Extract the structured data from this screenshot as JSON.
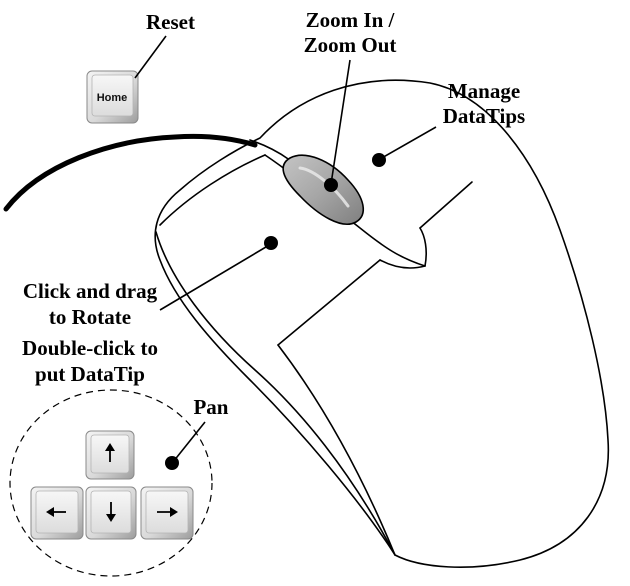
{
  "labels": {
    "reset": "Reset",
    "zoom_line1": "Zoom In /",
    "zoom_line2": "Zoom Out",
    "manage_line1": "Manage",
    "manage_line2": "DataTips",
    "rotate_line1": "Click and drag",
    "rotate_line2": "to Rotate",
    "rotate_line3": "Double-click to",
    "rotate_line4": "put DataTip",
    "pan": "Pan"
  },
  "keys": {
    "home": "Home",
    "up_icon": "arrow-up-icon",
    "down_icon": "arrow-down-icon",
    "left_icon": "arrow-left-icon",
    "right_icon": "arrow-right-icon"
  },
  "colors": {
    "key_face": "#e4e4e4",
    "key_edge": "#9a9a9a",
    "wheel_fill": "#a9a9a9",
    "ink": "#000000"
  }
}
